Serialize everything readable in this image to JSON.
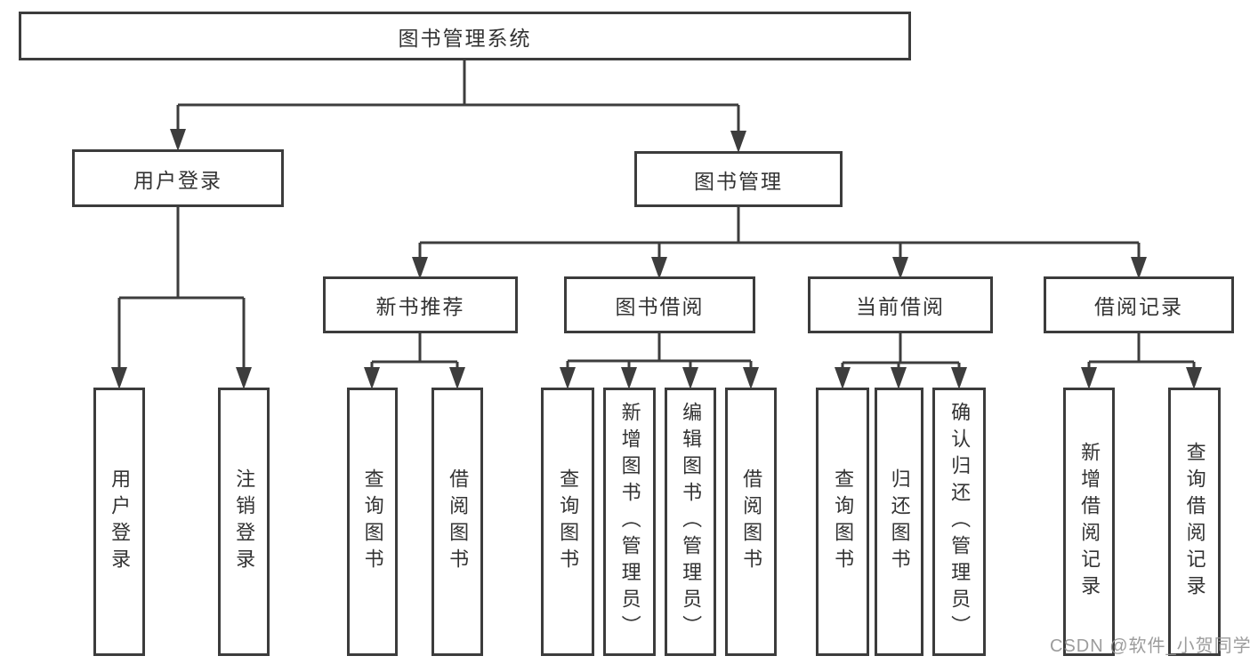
{
  "tree": {
    "root": {
      "label": "图书管理系统"
    },
    "branches": [
      {
        "label": "用户登录",
        "children": [
          {
            "label": "用户登录"
          },
          {
            "label": "注销登录"
          }
        ]
      },
      {
        "label": "图书管理",
        "children": [
          {
            "label": "新书推荐",
            "children": [
              {
                "label": "查询图书"
              },
              {
                "label": "借阅图书"
              }
            ]
          },
          {
            "label": "图书借阅",
            "children": [
              {
                "label": "查询图书"
              },
              {
                "label": "新增图书（管理员）"
              },
              {
                "label": "编辑图书（管理员）"
              },
              {
                "label": "借阅图书"
              }
            ]
          },
          {
            "label": "当前借阅",
            "children": [
              {
                "label": "查询图书"
              },
              {
                "label": "归还图书"
              },
              {
                "label": "确认归还（管理员）"
              }
            ]
          },
          {
            "label": "借阅记录",
            "children": [
              {
                "label": "新增借阅记录"
              },
              {
                "label": "查询借阅记录"
              }
            ]
          }
        ]
      }
    ]
  },
  "watermark": "CSDN @软件_小贺同学",
  "colors": {
    "line": "#3d3d3d",
    "border": "#3c3c3c",
    "text": "#333333",
    "background": "#ffffff",
    "watermark": "#919191"
  }
}
